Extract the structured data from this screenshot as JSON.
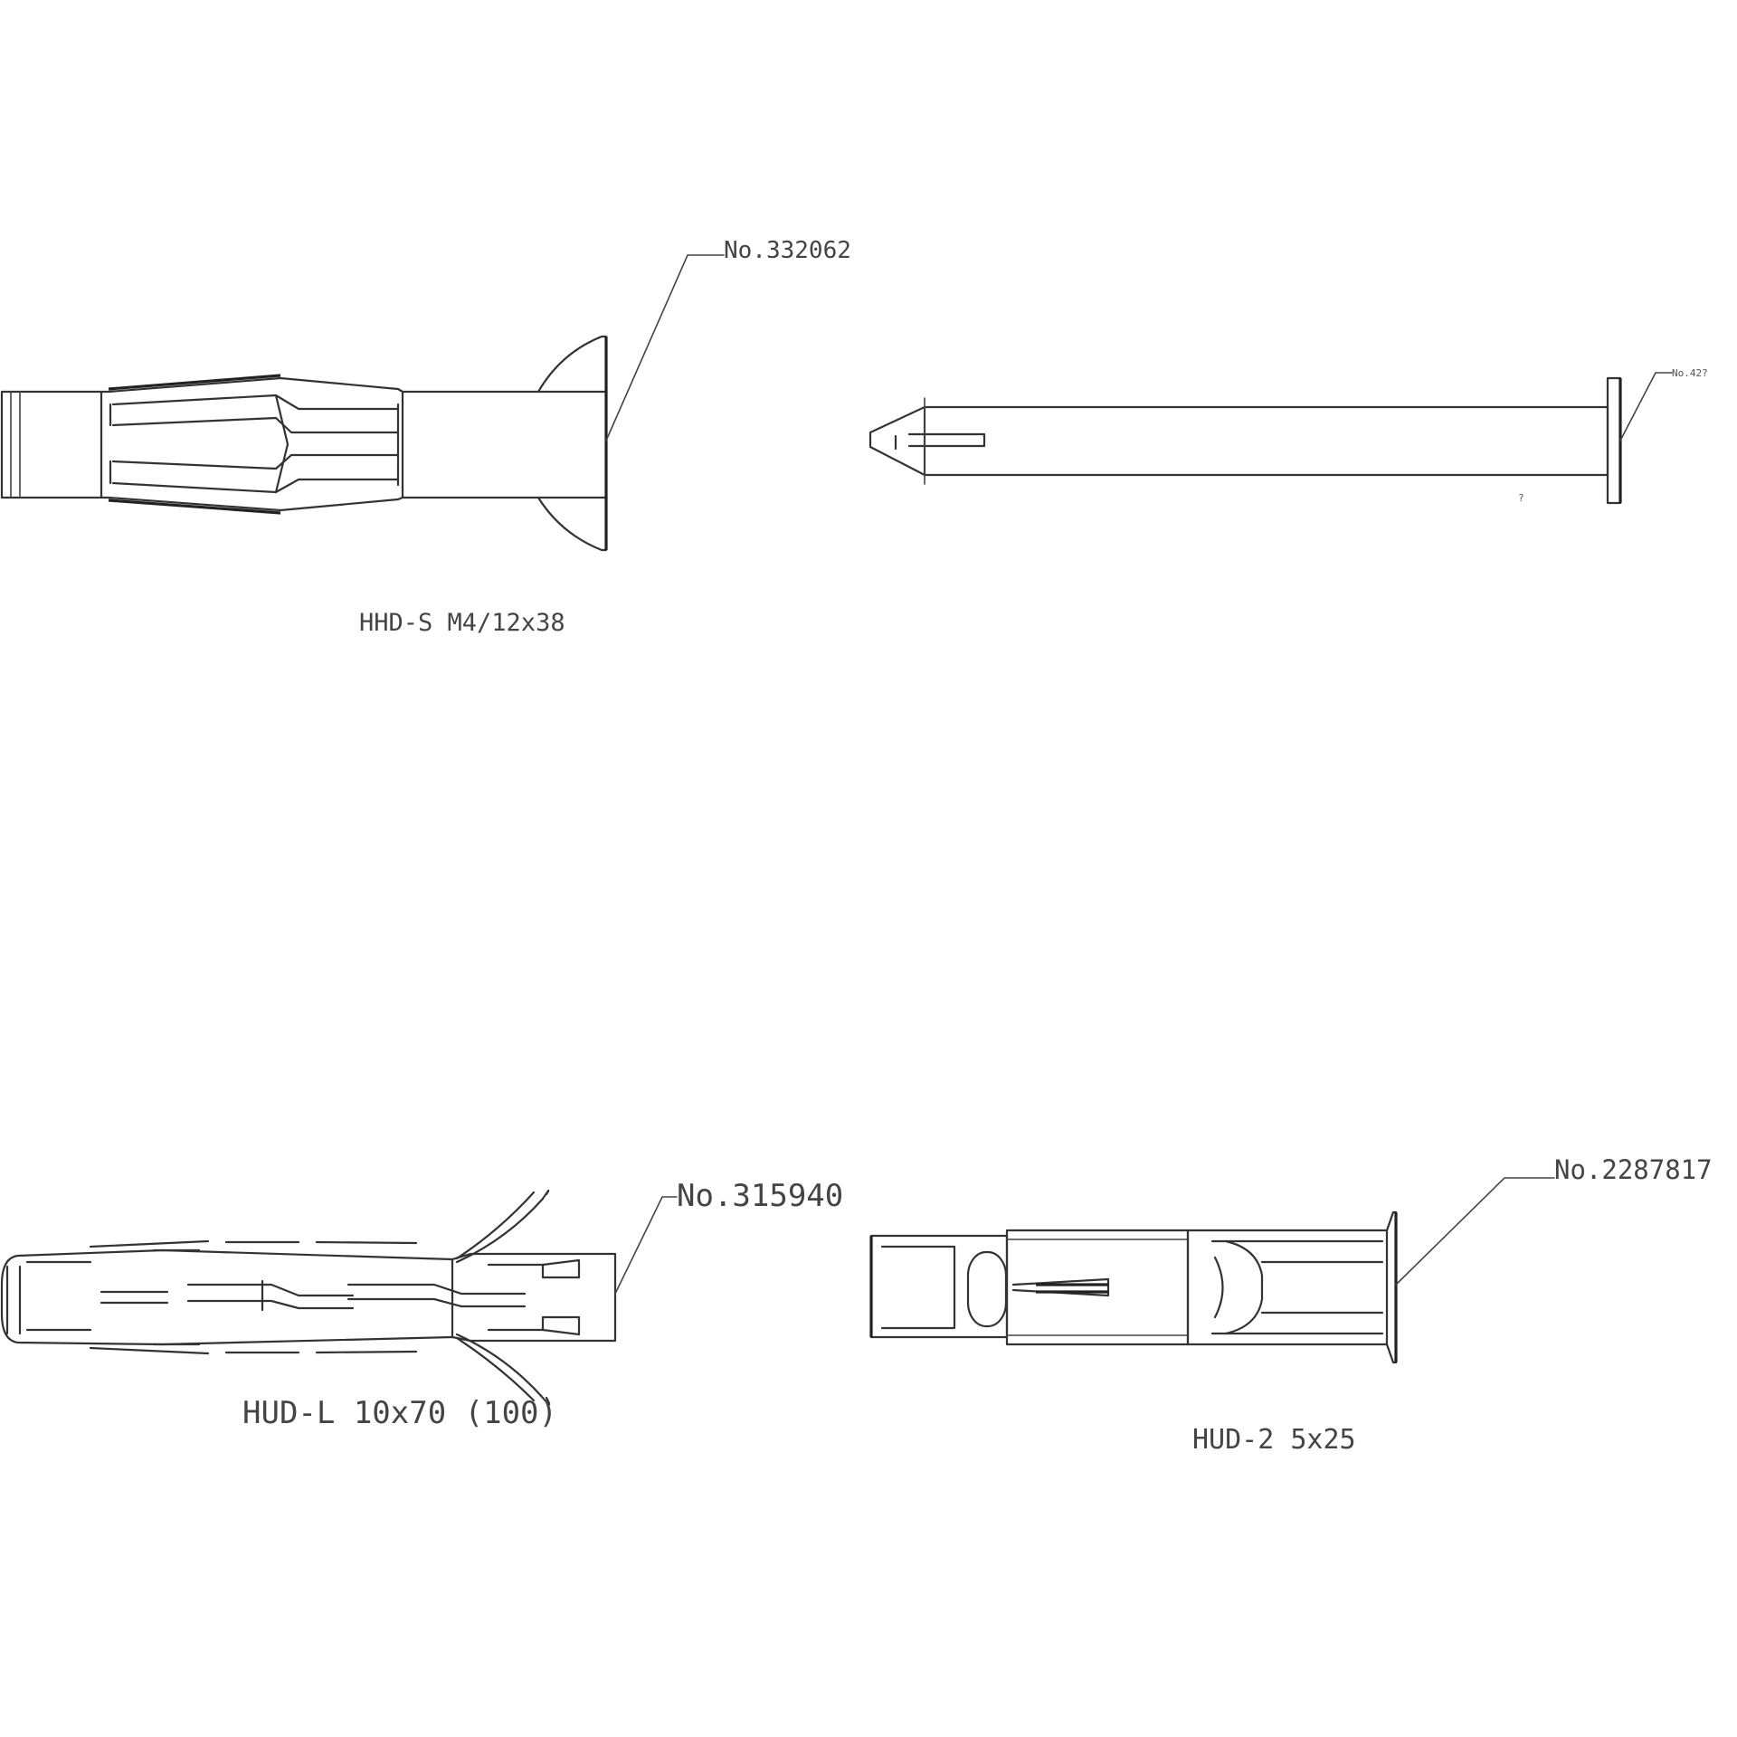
{
  "parts": [
    {
      "part_no": "No.332062",
      "designation": "HHD-S M4/12x38"
    },
    {
      "part_no": "No.42?",
      "designation": "",
      "small_note": "?"
    },
    {
      "part_no": "No.315940",
      "designation": "HUD-L 10x70 (100)"
    },
    {
      "part_no": "No.2287817",
      "designation": "HUD-2 5x25"
    }
  ],
  "colors": {
    "line": "#333333",
    "background": "#ffffff"
  }
}
